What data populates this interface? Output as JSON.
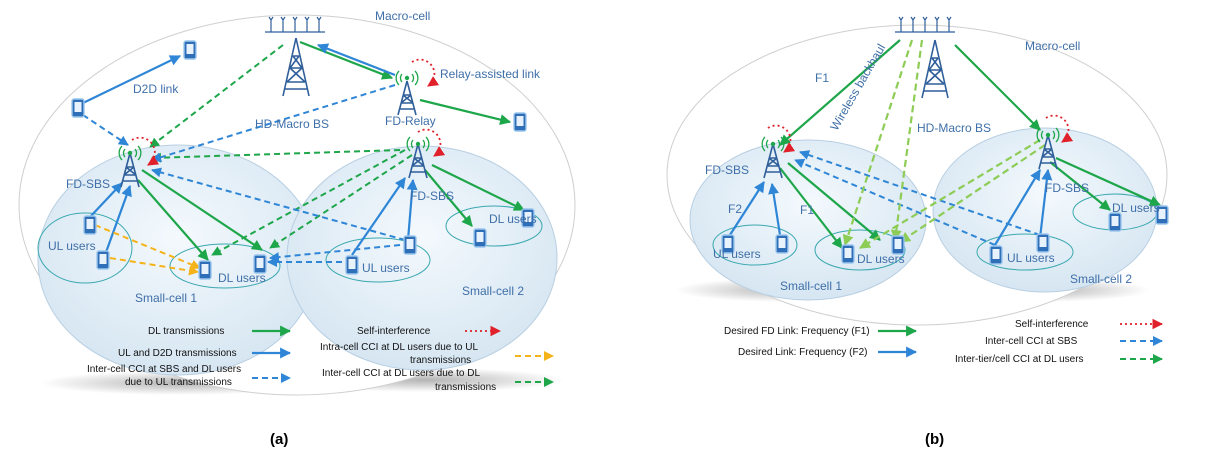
{
  "panel_a": {
    "caption": "(a)",
    "macro_cell": "Macro-cell",
    "macro_bs": "HD-Macro BS",
    "relay": "FD-Relay",
    "relay_link": "Relay-assisted link",
    "d2d": "D2D link",
    "sbs1": "FD-SBS",
    "sbs2": "FD-SBS",
    "ul_users": "UL users",
    "dl_users": "DL users",
    "ul_users_2": "UL users",
    "dl_users_2": "DL users",
    "small_cell_1": "Small-cell 1",
    "small_cell_2": "Small-cell 2",
    "legend": {
      "dl": "DL transmissions",
      "ul": "UL and D2D transmissions",
      "inter_sbs_1": "Inter-cell CCI at SBS and DL users",
      "inter_sbs_2": "due to UL transmissions",
      "self": "Self-interference",
      "intra_1": "Intra-cell CCI at DL users due to UL",
      "intra_2": "transmissions",
      "inter_dl_1": "Inter-cell CCI at DL users due to DL",
      "inter_dl_2": "transmissions"
    }
  },
  "panel_b": {
    "caption": "(b)",
    "macro_cell": "Macro-cell",
    "macro_bs": "HD-Macro BS",
    "backhaul": "Wireless backhaul",
    "f1": "F1",
    "f1b": "F1",
    "f2": "F2",
    "sbs1": "FD-SBS",
    "sbs2": "FD-SBS",
    "ul_users": "UL users",
    "dl_users": "DL users",
    "ul_users_2": "UL users",
    "dl_users_2": "DL users",
    "small_cell_1": "Small-cell 1",
    "small_cell_2": "Small-cell 2",
    "legend": {
      "fd": "Desired FD Link: Frequency (F1)",
      "f2": "Desired Link: Frequency (F2)",
      "self": "Self-interference",
      "inter_sbs": "Inter-cell CCI at SBS",
      "inter_tier": "Inter-tier/cell CCI at DL users"
    }
  },
  "colors": {
    "green": "#1ea64a",
    "blue": "#2f86d6",
    "orange": "#f5b31a",
    "lightgreen": "#8dcc55",
    "red": "#e0202a",
    "tower": "#2f5f9a"
  }
}
